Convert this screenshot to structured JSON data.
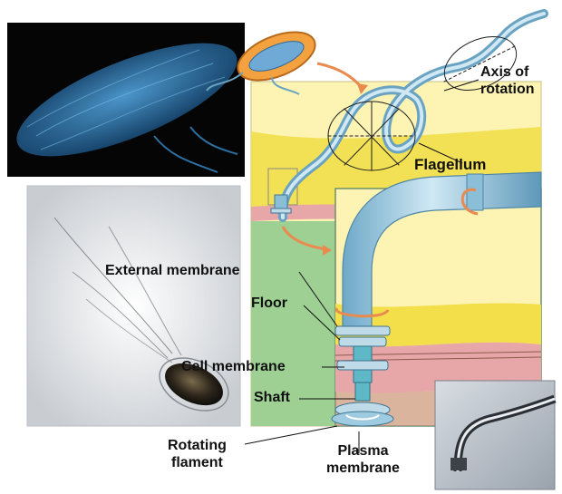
{
  "labels": {
    "axis_of_rotation": "Axis of\nrotation",
    "flagellum": "Flagellum",
    "external_membrane": "External membrane",
    "floor": "Floor",
    "cell_membrane": "Cell membrane",
    "shaft": "Shaft",
    "rotating_filament": "Rotating\nflament",
    "plasma_membrane": "Plasma\nmembrane"
  },
  "colors": {
    "panel_yellow": "#fdf3b3",
    "band_yellow": "#f2df4a",
    "membrane_pink": "#e7a6a8",
    "panel_green": "#9ecf93",
    "flagellum_blue": "#a9d3e6",
    "arrow_orange": "#e98a4f",
    "sem_background": "#050505",
    "sem_bacterium": "#1d5f94"
  }
}
